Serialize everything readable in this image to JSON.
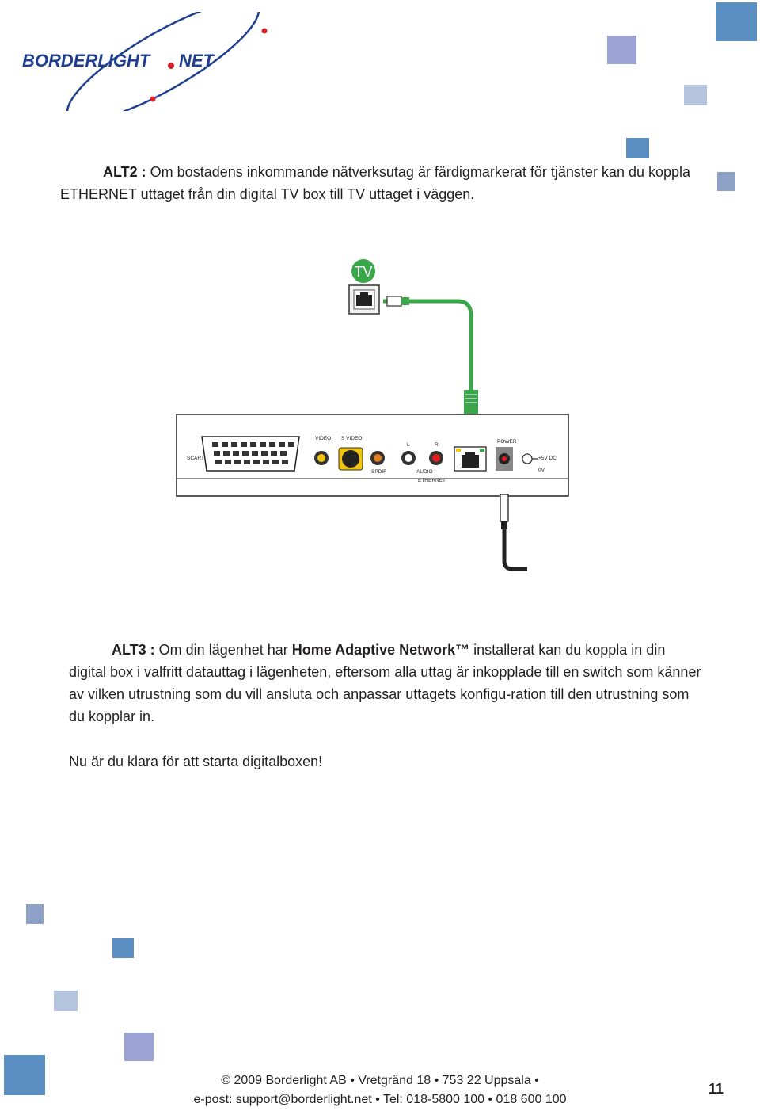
{
  "logo": {
    "text_left": "BORDERLIGHT",
    "text_right": "NET"
  },
  "alt2": {
    "label": "ALT2 :",
    "text": " Om bostadens inkommande nätverksutag är färdigmarkerat för tjänster kan du koppla ETHERNET uttaget från din digital TV box till TV uttaget i väggen."
  },
  "diagram": {
    "tv_label": "TV",
    "scart": "SCART",
    "video": "VIDEO",
    "svideo": "S VIDEO",
    "l": "L",
    "r": "R",
    "power": "POWER",
    "dc5": "+5V DC",
    "v0": "0V",
    "spdif": "SPDIF",
    "audio": "AUDIO",
    "ethernet": "ETHERNET"
  },
  "alt3": {
    "label": "ALT3 :",
    "text_a": " Om din lägenhet har ",
    "bold_mid": "Home Adaptive Network™",
    "text_b": " installerat kan du koppla in din digital box i valfritt datauttag i lägenheten, eftersom alla uttag är inkopplade till en switch som känner av vilken utrustning som du vill ansluta och anpassar uttagets konfigu-ration till den utrustning som du kopplar in."
  },
  "ready": "Nu är du klara för att starta digitalboxen!",
  "footer": {
    "line1": "© 2009 Borderlight AB • Vretgränd 18 • 753 22 Uppsala •",
    "line2": "e-post: support@borderlight.net • Tel: 018-5800 100 • 018 600 100"
  },
  "page_number": "11",
  "colors": {
    "accent_blue": "#5b8ec1",
    "cable_green": "#3aa64a",
    "logo_blue": "#1e3f8f",
    "logo_red": "#d2232a"
  }
}
